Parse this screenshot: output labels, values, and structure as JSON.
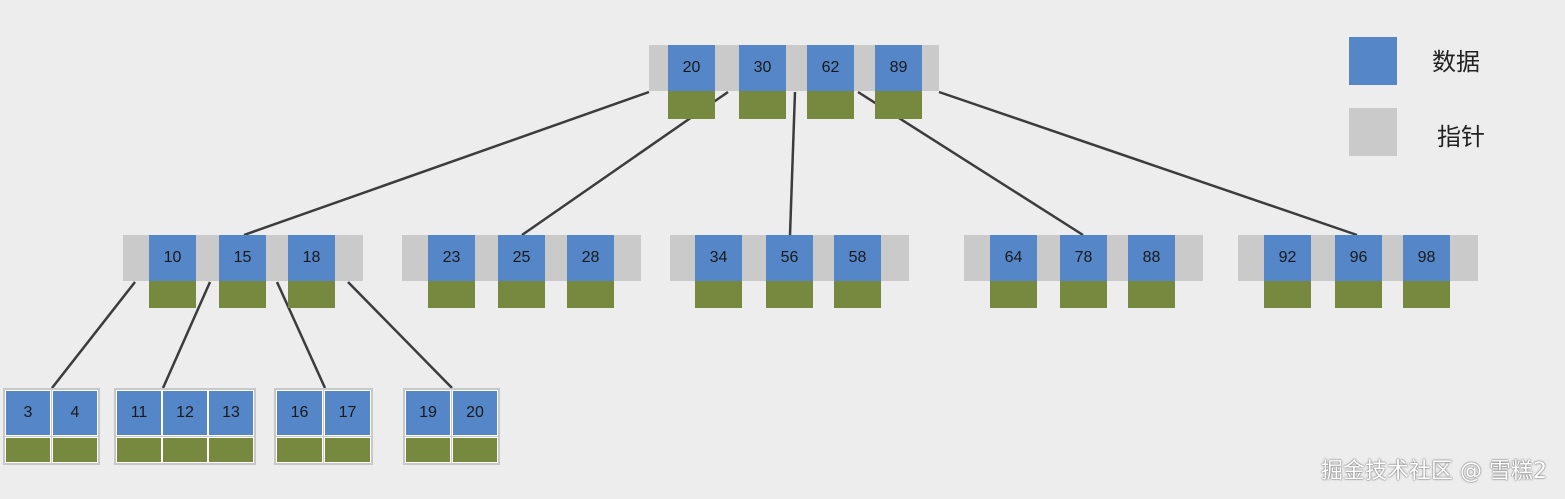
{
  "tree": {
    "root": {
      "keys": [
        "20",
        "30",
        "62",
        "89"
      ]
    },
    "internal": [
      {
        "keys": [
          "10",
          "15",
          "18"
        ]
      },
      {
        "keys": [
          "23",
          "25",
          "28"
        ]
      },
      {
        "keys": [
          "34",
          "56",
          "58"
        ]
      },
      {
        "keys": [
          "64",
          "78",
          "88"
        ]
      },
      {
        "keys": [
          "92",
          "96",
          "98"
        ]
      }
    ],
    "leaves": [
      {
        "keys": [
          "3",
          "4"
        ]
      },
      {
        "keys": [
          "11",
          "12",
          "13"
        ]
      },
      {
        "keys": [
          "16",
          "17"
        ]
      },
      {
        "keys": [
          "19",
          "20"
        ]
      }
    ]
  },
  "legend": {
    "data_label": "数据",
    "pointer_label": "指针",
    "data_color": "#5486c8",
    "pointer_color": "#cacaca",
    "payload_color": "#76893f"
  },
  "watermark": "掘金技术社区 @ 雪糕2"
}
